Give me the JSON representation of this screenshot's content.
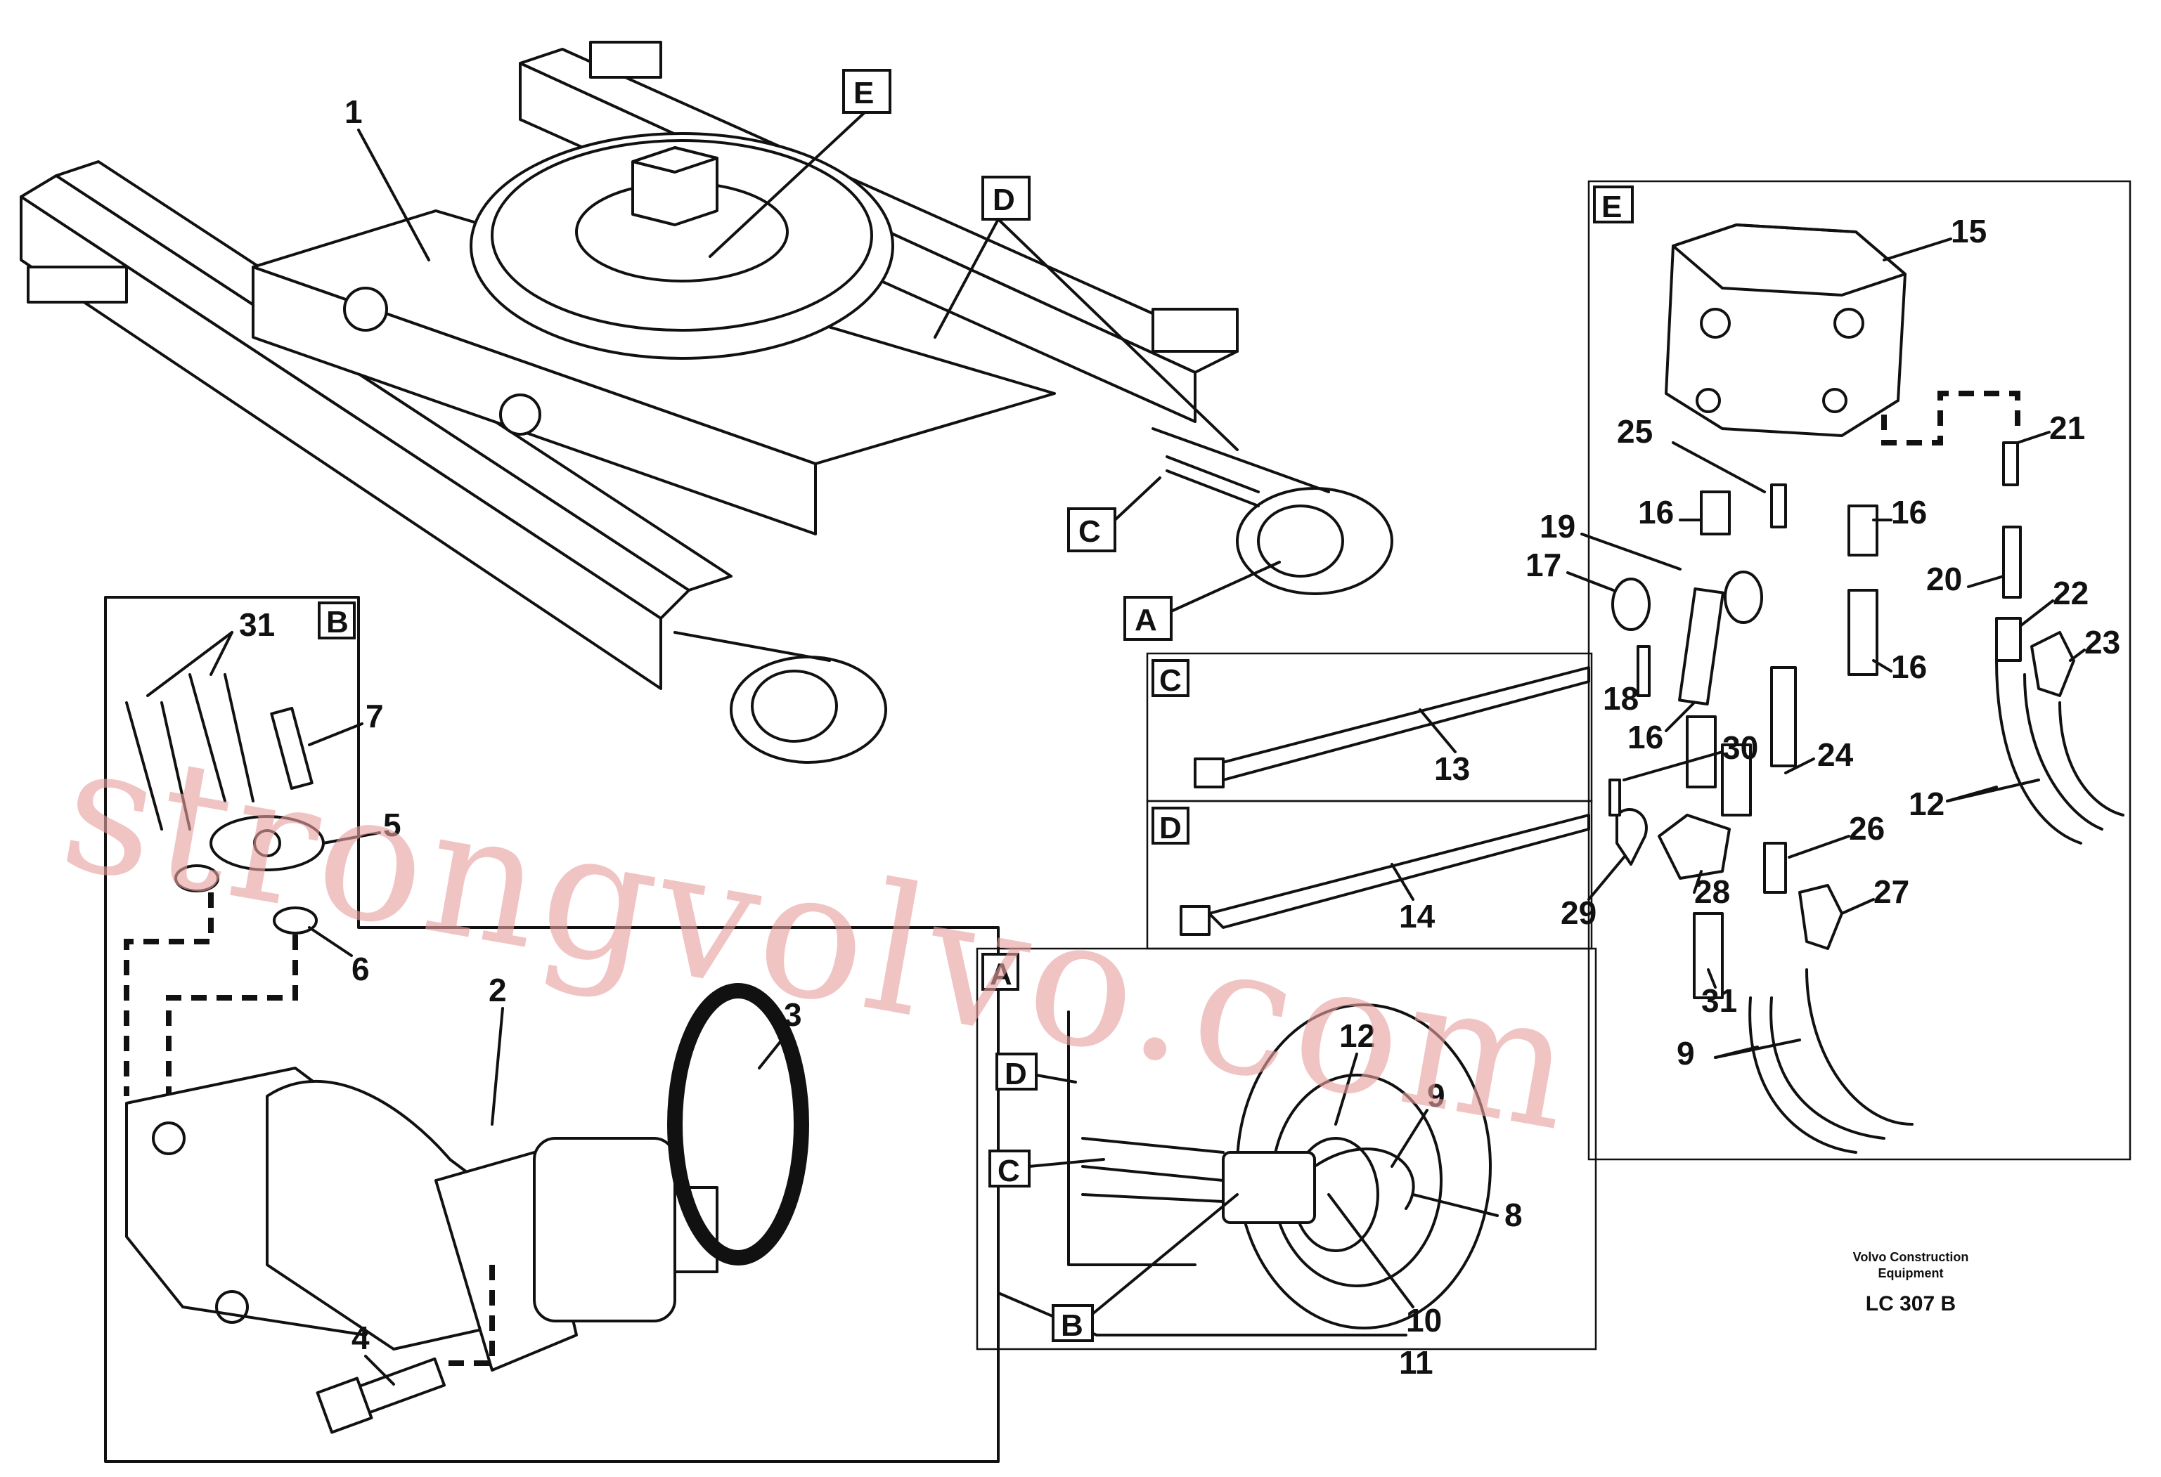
{
  "views": {
    "main": {
      "callout_E": "E",
      "callout_D": "D",
      "callout_C": "C",
      "callout_A": "A",
      "part_1": "1"
    },
    "B": {
      "title": "B",
      "labels": [
        "31",
        "7",
        "5",
        "6",
        "2",
        "3",
        "4"
      ]
    },
    "C": {
      "title": "C",
      "labels": [
        "13"
      ]
    },
    "D": {
      "title": "D",
      "labels": [
        "14"
      ]
    },
    "A": {
      "title": "A",
      "callout_D": "D",
      "callout_C": "C",
      "callout_B": "B",
      "labels": [
        "12",
        "9",
        "8",
        "10",
        "11"
      ]
    },
    "E": {
      "title": "E",
      "labels": [
        "15",
        "21",
        "25",
        "16",
        "16",
        "19",
        "17",
        "20",
        "22",
        "23",
        "16",
        "18",
        "16",
        "30",
        "24",
        "12",
        "26",
        "27",
        "29",
        "28",
        "31",
        "9"
      ]
    }
  },
  "footer": {
    "company_line1": "Volvo Construction",
    "company_line2": "Equipment",
    "drawing_code": "LC 307  B"
  },
  "watermark": "strongvolvo.com"
}
